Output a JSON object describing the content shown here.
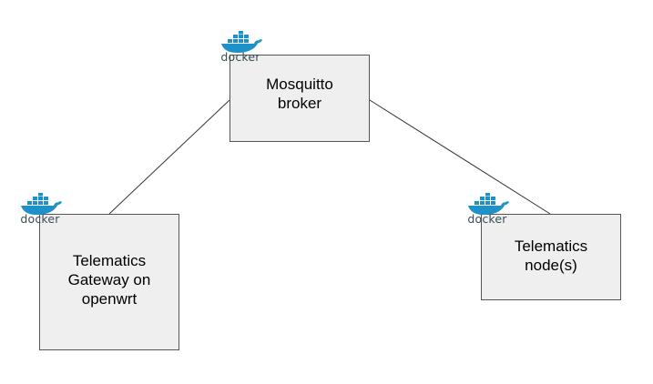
{
  "nodes": {
    "broker": {
      "label": "Mosquitto\nbroker"
    },
    "gateway": {
      "label": "Telematics\nGateway on\nopenwrt"
    },
    "telematics_nodes": {
      "label": "Telematics\nnode(s)"
    }
  },
  "docker_badges": {
    "wordmark": "docker",
    "icon": "docker-whale-icon"
  },
  "connections": [
    {
      "from": "broker",
      "to": "gateway"
    },
    {
      "from": "broker",
      "to": "telematics_nodes"
    }
  ],
  "colors": {
    "node_fill": "#efefef",
    "node_border": "#555555",
    "line": "#333333",
    "docker_blue": "#1d91c8",
    "docker_text": "#394d54"
  }
}
